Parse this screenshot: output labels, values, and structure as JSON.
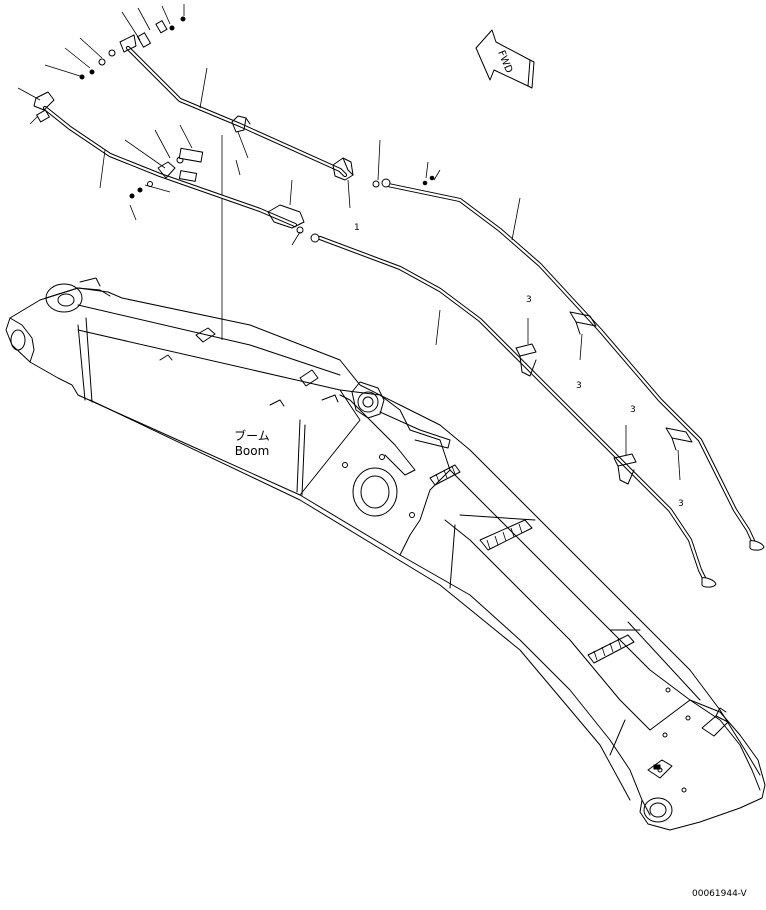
{
  "diagram": {
    "boom_label_jp": "ブーム",
    "boom_label_en": "Boom",
    "fwd_label": "FWD",
    "part_numbers": [
      {
        "id": "clamp-a",
        "text": "3"
      },
      {
        "id": "clamp-b",
        "text": "3"
      },
      {
        "id": "clamp-c",
        "text": "3"
      },
      {
        "id": "clamp-d",
        "text": "3"
      },
      {
        "id": "upper-clamp",
        "text": "1"
      }
    ],
    "figure_code": "00061944-V"
  }
}
